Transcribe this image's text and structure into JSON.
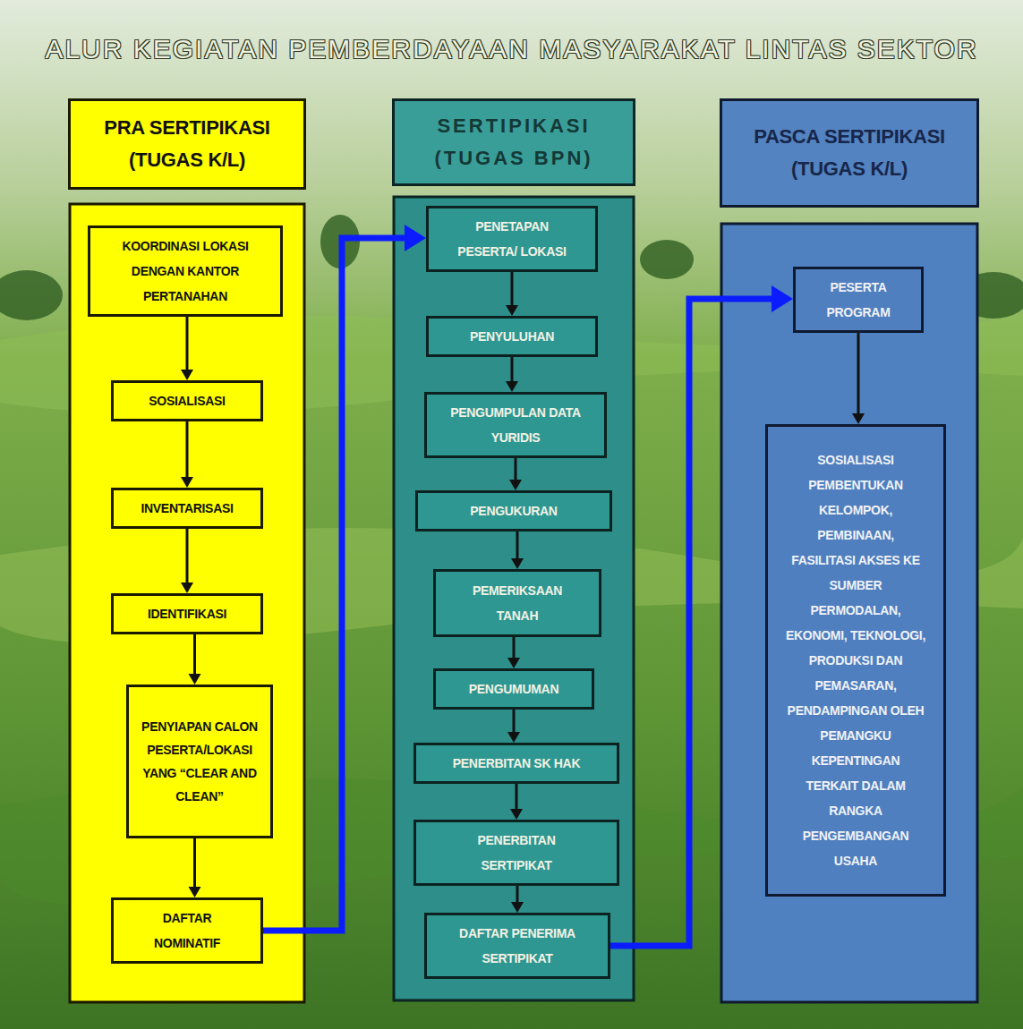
{
  "diagram": {
    "title": "ALUR KEGIATAN PEMBERDAYAAN MASYARAKAT LINTAS SEKTOR",
    "nodes": [
      {
        "text": [
          "PRA SERTIPIKASI (TUGAS K/L)"
        ]
      },
      {
        "text": [
          "KOORDINASI LOKASI DENGAN KANTOR PERTANAHAN"
        ]
      },
      {
        "text": [
          "SOSIALISASI"
        ]
      },
      {
        "text": [
          "INVENTARISASI"
        ]
      },
      {
        "text": [
          "IDENTIFIKASI"
        ]
      },
      {
        "text": [
          "PENYIAPAN CALON PESERTA/LOKASI YANG “CLEAR AND CLEAN”"
        ]
      },
      {
        "text": [
          "DAFTAR NOMINATIF"
        ]
      },
      {
        "text": [
          "SERTIPIKASI (TUGAS BPN)"
        ]
      },
      {
        "text": [
          "PENETAPAN PESERTA/ LOKASI"
        ]
      },
      {
        "text": [
          "PENYULUHAN"
        ]
      },
      {
        "text": [
          "PENGUMPULAN DATA YURIDIS"
        ]
      },
      {
        "text": [
          "PENGUKURAN"
        ]
      },
      {
        "text": [
          "PEMERIKSAAN TANAH"
        ]
      },
      {
        "text": [
          "PENGUMUMAN"
        ]
      },
      {
        "text": [
          "PENERBITAN SK HAK"
        ]
      },
      {
        "text": [
          "PENERBITAN SERTIPIKAT"
        ]
      },
      {
        "text": [
          "DAFTAR PENERIMA SERTIPIKAT"
        ]
      },
      {
        "text": [
          "PASCA SERTIPIKASI (TUGAS K/L)"
        ]
      },
      {
        "text": [
          "PESERTA PROGRAM"
        ]
      },
      {
        "text": [
          "SOSIALISASI PEMBENTUKAN KELOMPOK, PEMBINAAN, FASILITASI AKSES KE SUMBER PERMODALAN, EKONOMI, TEKNOLOGI, PRODUKSI DAN PEMASARAN, PENDAMPINGAN OLEH PEMANGKU KEPENTINGAN TERKAIT DALAM RANGKA PENGEMBANGAN USAHA"
        ]
      }
    ],
    "edges": [
      {
        "from": 1,
        "to": 2,
        "arrow": "to"
      },
      {
        "from": 2,
        "to": 3,
        "arrow": "to"
      },
      {
        "from": 3,
        "to": 4,
        "arrow": "to"
      },
      {
        "from": 4,
        "to": 5,
        "arrow": "to"
      },
      {
        "from": 5,
        "to": 6,
        "arrow": "to"
      },
      {
        "from": 6,
        "to": 8,
        "arrow": "to"
      },
      {
        "from": 8,
        "to": 9,
        "arrow": "to"
      },
      {
        "from": 9,
        "to": 10,
        "arrow": "to"
      },
      {
        "from": 10,
        "to": 11,
        "arrow": "to"
      },
      {
        "from": 11,
        "to": 12,
        "arrow": "to"
      },
      {
        "from": 12,
        "to": 13,
        "arrow": "to"
      },
      {
        "from": 13,
        "to": 14,
        "arrow": "to"
      },
      {
        "from": 14,
        "to": 15,
        "arrow": "to"
      },
      {
        "from": 15,
        "to": 16,
        "arrow": "to"
      },
      {
        "from": 16,
        "to": 18,
        "arrow": "to"
      },
      {
        "from": 18,
        "to": 19,
        "arrow": "to"
      }
    ]
  }
}
